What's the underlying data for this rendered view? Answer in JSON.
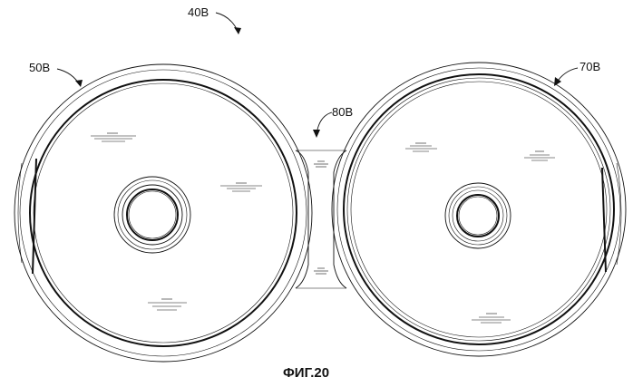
{
  "labels": {
    "assembly": "40B",
    "left_disc": "50B",
    "right_disc": "70B",
    "connector": "80B"
  },
  "caption": "ФИГ.20"
}
